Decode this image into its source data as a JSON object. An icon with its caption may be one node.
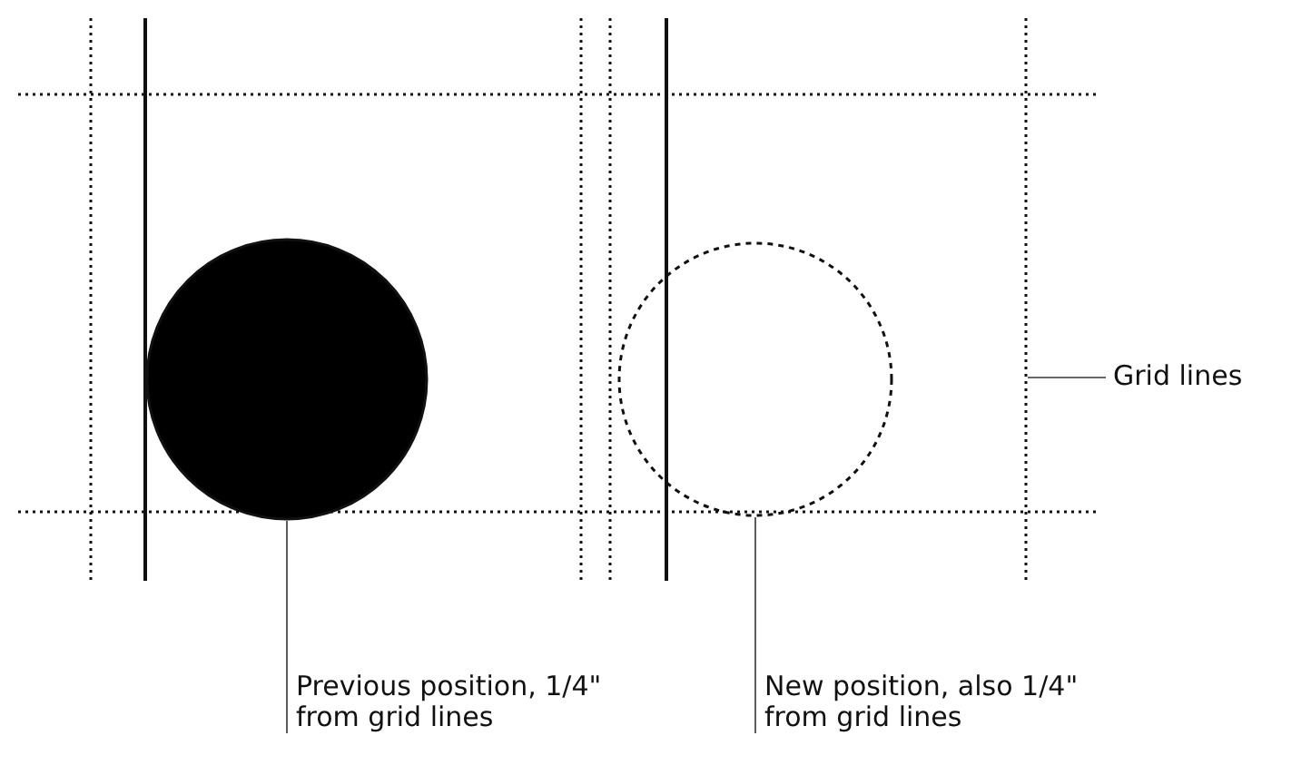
{
  "diagram": {
    "nodes": [
      {
        "text": [],
        "shape": "circle"
      },
      {
        "text": [],
        "shape": "circle"
      },
      {
        "text": [],
        "shape": "line"
      },
      {
        "text": [
          "Grid lines"
        ]
      },
      {
        "text": [
          "Previous position, 1/4\" from grid lines"
        ]
      },
      {
        "text": [
          "New position, also 1/4\" from grid lines"
        ]
      }
    ],
    "edges": [
      {
        "from": 3,
        "to": 2,
        "arrow": "none"
      },
      {
        "from": 4,
        "to": 0,
        "arrow": "none"
      },
      {
        "from": 5,
        "to": 1,
        "arrow": "none"
      }
    ]
  }
}
